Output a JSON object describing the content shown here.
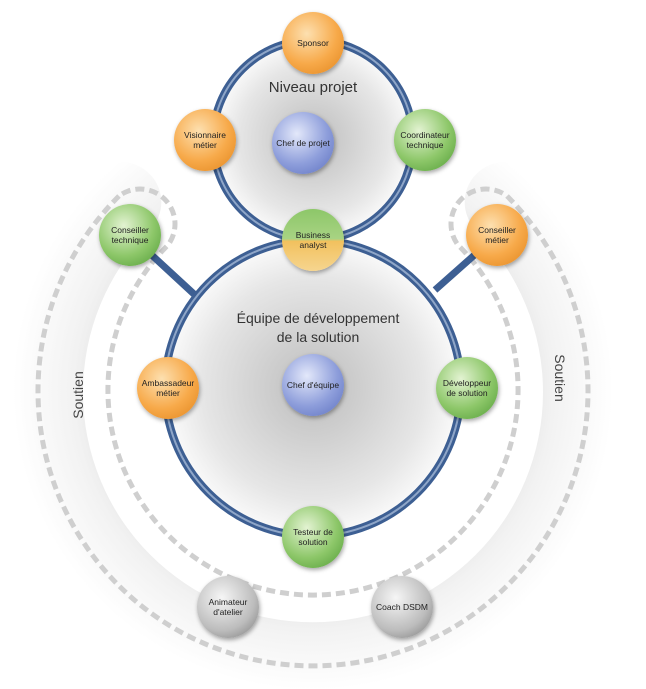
{
  "labels": {
    "niveau_projet": "Niveau projet",
    "equipe_line1": "Équipe de développement",
    "equipe_line2": "de la solution",
    "soutien_left": "Soutien",
    "soutien_right": "Soutien"
  },
  "nodes": {
    "sponsor": "Sponsor",
    "visionnaire": "Visionnaire métier",
    "chef_projet": "Chef de projet",
    "coordinateur": "Coordinateur technique",
    "business_analyst": "Business analyst",
    "conseiller_technique": "Conseiller technique",
    "conseiller_metier": "Conseiller métier",
    "ambassadeur": "Ambassadeur métier",
    "chef_equipe": "Chef d'équipe",
    "developpeur": "Développeur de solution",
    "testeur": "Testeur de solution",
    "animateur": "Animateur d'atelier",
    "coach": "Coach DSDM"
  },
  "colors": {
    "ring": "#3d5f93",
    "orange": "#f7a949",
    "green": "#8dc769",
    "blue": "#8e9edb",
    "gray": "#bcbcbc"
  }
}
